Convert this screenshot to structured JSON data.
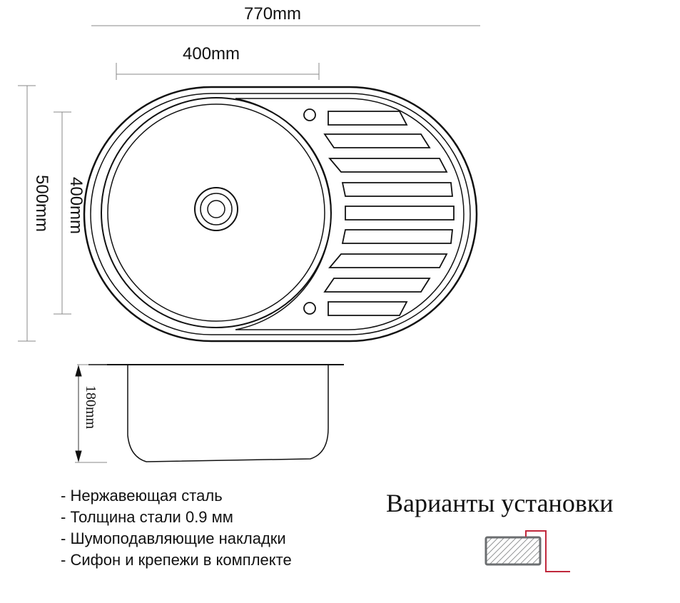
{
  "dimensions": {
    "total_width": "770mm",
    "bowl_width": "400mm",
    "total_depth": "500mm",
    "bowl_depth": "400mm",
    "bowl_height": "180mm"
  },
  "features": [
    {
      "prefix": "- ",
      "text": "Нержавеющая сталь"
    },
    {
      "prefix": "- ",
      "text": "Толщина стали ",
      "value": "0.9",
      "unit": " мм"
    },
    {
      "prefix": "- ",
      "text": "Шумоподавляющие накладки"
    },
    {
      "prefix": "- ",
      "text": "Сифон и крепежи в комплекте"
    }
  ],
  "installation": {
    "title": "Варианты установки",
    "accent_color": "#c0283c",
    "countertop_color": "#6b6e70"
  }
}
